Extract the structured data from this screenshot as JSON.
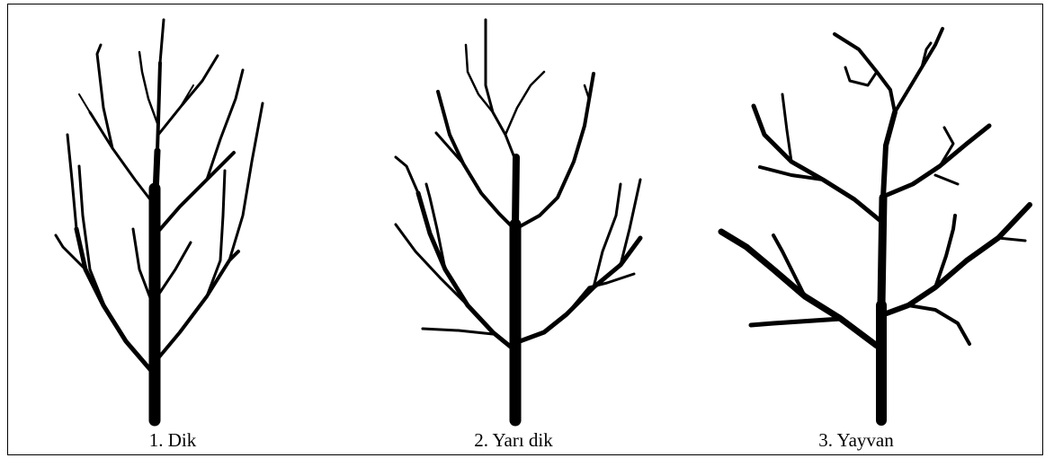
{
  "figure": {
    "trees": [
      {
        "label": "1. Dik",
        "form": "upright"
      },
      {
        "label": "2. Yarı dik",
        "form": "semi-upright"
      },
      {
        "label": "3. Yayvan",
        "form": "spreading"
      }
    ],
    "stroke_color": "#000000",
    "background_color": "#ffffff"
  }
}
